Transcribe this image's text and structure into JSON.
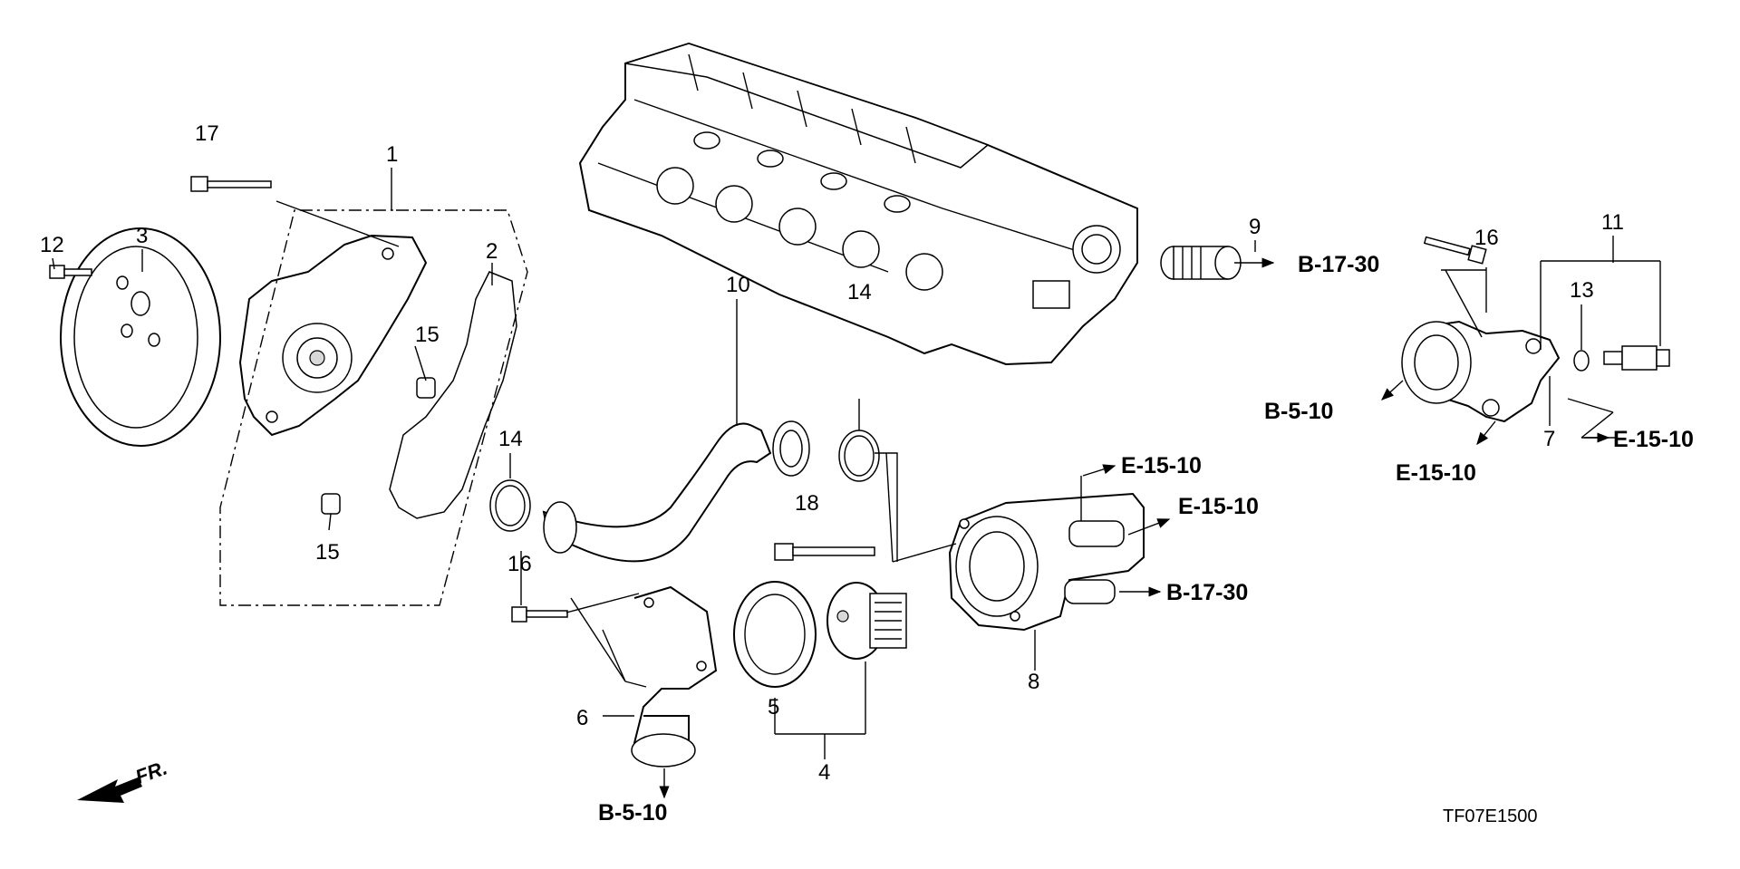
{
  "diagram_code": "TF07E1500",
  "front_label": "FR.",
  "callouts": {
    "c1": "1",
    "c2": "2",
    "c3": "3",
    "c4": "4",
    "c5": "5",
    "c6": "6",
    "c7": "7",
    "c8": "8",
    "c9": "9",
    "c10": "10",
    "c11": "11",
    "c12": "12",
    "c13": "13",
    "c14a": "14",
    "c14b": "14",
    "c15a": "15",
    "c15b": "15",
    "c16a": "16",
    "c16b": "16",
    "c17": "17",
    "c18": "18"
  },
  "references": {
    "b1730_top": "B-17-30",
    "b510_right": "B-5-10",
    "e1510_right_a": "E-15-10",
    "e1510_right_b": "E-15-10",
    "e1510_mid_a": "E-15-10",
    "e1510_mid_b": "E-15-10",
    "b1730_mid": "B-17-30",
    "b510_bottom": "B-5-10"
  }
}
